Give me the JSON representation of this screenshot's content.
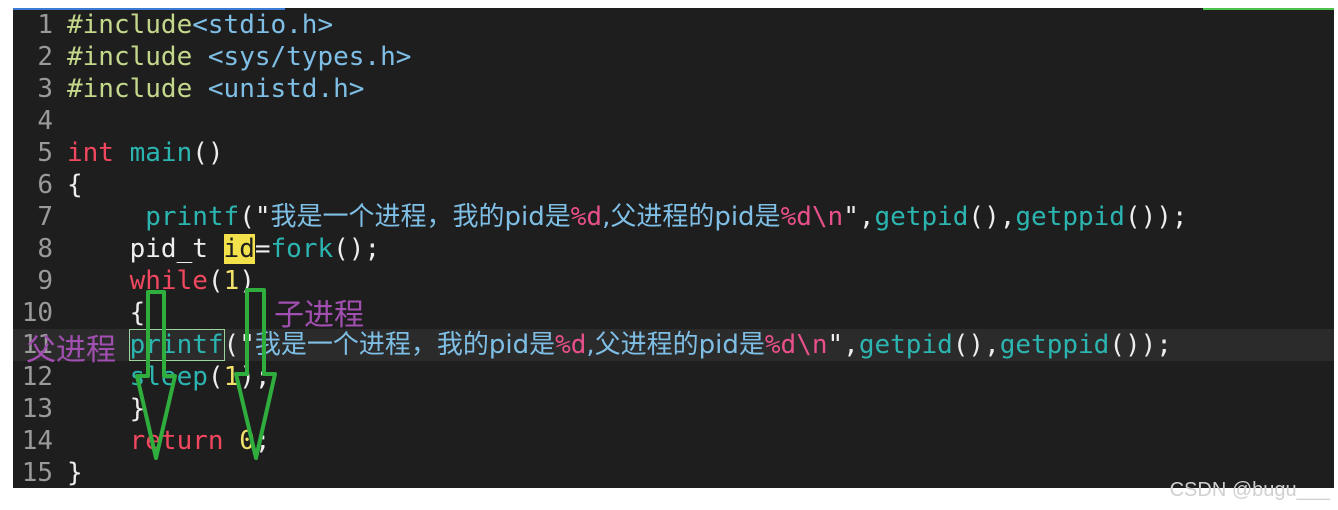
{
  "editor": {
    "lines": [
      {
        "n": "1",
        "parts": [
          {
            "t": "#include",
            "c": "c-inc"
          },
          {
            "t": "<stdio.h>",
            "c": "c-hdr"
          }
        ]
      },
      {
        "n": "2",
        "parts": [
          {
            "t": "#include",
            "c": "c-inc"
          },
          {
            "t": " <sys/types.h>",
            "c": "c-hdr"
          }
        ]
      },
      {
        "n": "3",
        "parts": [
          {
            "t": "#include",
            "c": "c-inc"
          },
          {
            "t": " <unistd.h>",
            "c": "c-hdr"
          }
        ]
      },
      {
        "n": "4",
        "parts": []
      },
      {
        "n": "5",
        "parts": [
          {
            "t": "int",
            "c": "c-kw"
          },
          {
            "t": " ",
            "c": "c-punc"
          },
          {
            "t": "main",
            "c": "c-fn"
          },
          {
            "t": "()",
            "c": "c-punc"
          }
        ]
      },
      {
        "n": "6",
        "parts": [
          {
            "t": "{",
            "c": "c-punc"
          }
        ]
      },
      {
        "n": "7",
        "parts": [
          {
            "t": "     ",
            "c": "c-punc"
          },
          {
            "t": "printf",
            "c": "c-fn"
          },
          {
            "t": "(\"",
            "c": "c-punc"
          },
          {
            "t": "我是一个进程，我的pid是",
            "c": "c-str cjk"
          },
          {
            "t": "%d",
            "c": "c-fmt"
          },
          {
            "t": ",父进程的pid是",
            "c": "c-str cjk"
          },
          {
            "t": "%d\\n",
            "c": "c-fmt"
          },
          {
            "t": "\",",
            "c": "c-punc"
          },
          {
            "t": "getpid",
            "c": "c-fn"
          },
          {
            "t": "(),",
            "c": "c-punc"
          },
          {
            "t": "getppid",
            "c": "c-fn"
          },
          {
            "t": "());",
            "c": "c-punc"
          }
        ]
      },
      {
        "n": "8",
        "parts": [
          {
            "t": "    pid_t ",
            "c": "c-punc"
          },
          {
            "t": "id",
            "c": "c-hl"
          },
          {
            "t": "=",
            "c": "c-punc"
          },
          {
            "t": "fork",
            "c": "c-fn"
          },
          {
            "t": "();",
            "c": "c-punc"
          }
        ]
      },
      {
        "n": "9",
        "parts": [
          {
            "t": "    ",
            "c": "c-punc"
          },
          {
            "t": "while",
            "c": "c-kw"
          },
          {
            "t": "(",
            "c": "c-punc"
          },
          {
            "t": "1",
            "c": "c-num"
          },
          {
            "t": ")",
            "c": "c-punc"
          }
        ]
      },
      {
        "n": "10",
        "parts": [
          {
            "t": "    {",
            "c": "c-punc"
          }
        ]
      },
      {
        "n": "11",
        "parts": [
          {
            "t": "    ",
            "c": "c-punc"
          },
          {
            "t": "printf",
            "c": "c-fn cursor-box"
          },
          {
            "t": "(\"",
            "c": "c-punc"
          },
          {
            "t": "我是一个进程，我的pid是",
            "c": "c-str cjk"
          },
          {
            "t": "%d",
            "c": "c-fmt"
          },
          {
            "t": ",父进程的pid是",
            "c": "c-str cjk"
          },
          {
            "t": "%d\\n",
            "c": "c-fmt"
          },
          {
            "t": "\",",
            "c": "c-punc"
          },
          {
            "t": "getpid",
            "c": "c-fn"
          },
          {
            "t": "(),",
            "c": "c-punc"
          },
          {
            "t": "getppid",
            "c": "c-fn"
          },
          {
            "t": "());",
            "c": "c-punc"
          }
        ],
        "current": true
      },
      {
        "n": "12",
        "parts": [
          {
            "t": "    ",
            "c": "c-punc"
          },
          {
            "t": "sleep",
            "c": "c-fn"
          },
          {
            "t": "(",
            "c": "c-punc"
          },
          {
            "t": "1",
            "c": "c-num"
          },
          {
            "t": ");",
            "c": "c-punc"
          }
        ]
      },
      {
        "n": "13",
        "parts": [
          {
            "t": "    }",
            "c": "c-punc"
          }
        ]
      },
      {
        "n": "14",
        "parts": [
          {
            "t": "    ",
            "c": "c-punc"
          },
          {
            "t": "return",
            "c": "c-kw"
          },
          {
            "t": " ",
            "c": "c-punc"
          },
          {
            "t": "0",
            "c": "c-num"
          },
          {
            "t": ";",
            "c": "c-punc"
          }
        ]
      },
      {
        "n": "15",
        "parts": [
          {
            "t": "}",
            "c": "c-punc"
          }
        ]
      }
    ]
  },
  "annotations": {
    "child_process": "子进程",
    "parent_process": "父进程"
  },
  "watermark": "CSDN @bugu___",
  "colors": {
    "background": "#1e1e1e",
    "keyword": "#f1475f",
    "function": "#2cb5b0",
    "string": "#7fbfe6",
    "format": "#e7508a",
    "number": "#f2e26b",
    "arrow": "#2fae3e",
    "annotation": "#a14fb0"
  }
}
